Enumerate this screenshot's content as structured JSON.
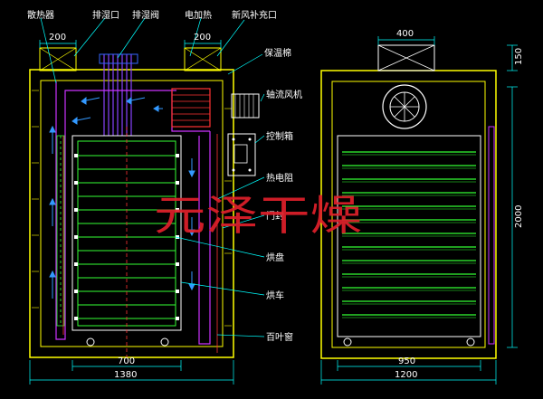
{
  "labels": {
    "radiator": "散热器",
    "exhaust_port": "排湿口",
    "exhaust_valve": "排湿阀",
    "heater": "电加热",
    "fresh_air": "新风补充口",
    "insulation": "保温棉",
    "axial_fan": "轴流风机",
    "control_box": "控制箱",
    "thermo_resistor": "热电阻",
    "door_seal": "门封",
    "tray": "烘盘",
    "cart": "烘车",
    "louver": "百叶窗"
  },
  "dimensions": {
    "left_top_a": "200",
    "left_top_b": "200",
    "left_inner": "700",
    "left_outer": "1380",
    "right_top": "400",
    "right_top_h": "150",
    "right_height": "2000",
    "right_inner": "950",
    "right_outer": "1200"
  },
  "watermark": "元泽干燥",
  "colors": {
    "background": "#000000",
    "wall": "#ffff00",
    "tray": "#33ff33",
    "duct": "#cc33ff",
    "fan": "#ff3333",
    "airflow": "#3399ff",
    "dimension": "#00ffff",
    "leader": "#00ffff",
    "watermark": "#e0202a"
  }
}
